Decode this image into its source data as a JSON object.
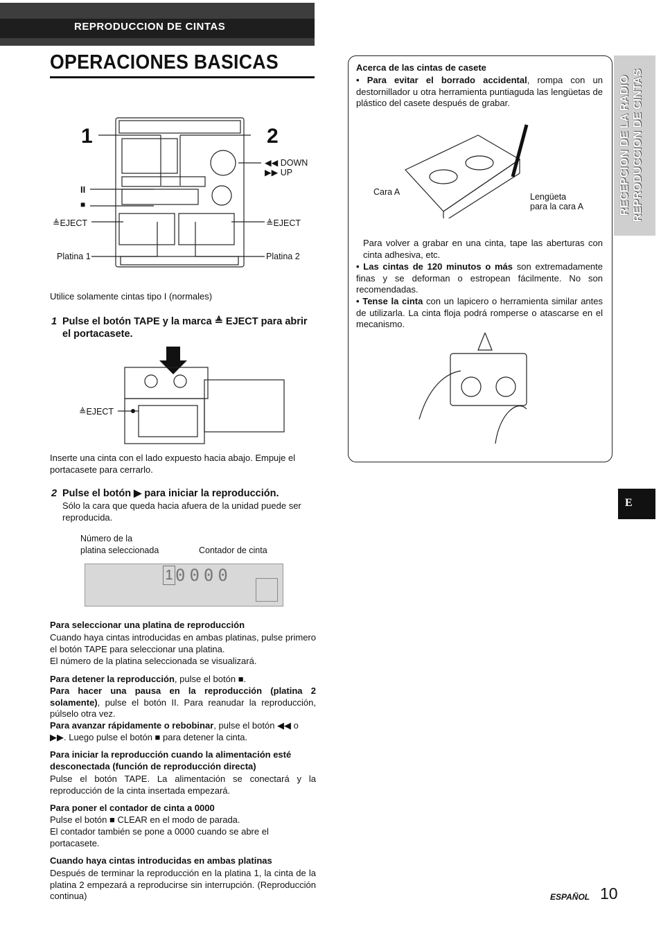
{
  "section": "REPRODUCCION DE CINTAS",
  "title": "OPERACIONES BASICAS",
  "side_tab": [
    "RECEPCION DE LA RADIO",
    "REPRODUCCION DE CINTAS"
  ],
  "lang_tab": "E",
  "figure1": {
    "num1": "1",
    "num2": "2",
    "down": "◀◀ DOWN",
    "up": "▶▶ UP",
    "pause": "II",
    "stop": "■",
    "eject_left": "≜EJECT",
    "eject_right": "≜EJECT",
    "platina1": "Platina 1",
    "platina2": "Platina 2"
  },
  "intro": "Utilice solamente cintas tipo I (normales)",
  "step1": {
    "num": "1",
    "text": "Pulse el botón TAPE y la marca ≜ EJECT para abrir el portacasete."
  },
  "figure2": {
    "eject": "≜EJECT"
  },
  "step1_note": "Inserte una cinta con el lado expuesto hacia abajo. Empuje el portacasete para cerrarlo.",
  "step2": {
    "num": "2",
    "text": "Pulse el botón ▶ para iniciar la reproducción.",
    "note": "Sólo la cara que queda hacia afuera de la unidad puede ser reproducida."
  },
  "display": {
    "label_deck_line1": "Número de la",
    "label_deck_line2": "platina seleccionada",
    "label_counter": "Contador de cinta",
    "deck_value": "1",
    "counter_value": "0000"
  },
  "select_deck": {
    "heading": "Para seleccionar una platina de reproducción",
    "text": "Cuando haya cintas introducidas en ambas platinas, pulse primero el botón TAPE para seleccionar una platina.",
    "text2": "El número de la platina seleccionada se visualizará."
  },
  "ops": {
    "stop_b": "Para detener la reproducción",
    "stop_t": ", pulse el botón ■.",
    "pause_b": "Para hacer una pausa en la reproducción (platina 2 solamente)",
    "pause_t": ", pulse el botón II. Para reanudar la reproducción, púlselo otra vez.",
    "ff_b": "Para avanzar rápidamente o rebobinar",
    "ff_t": ", pulse el botón ◀◀ o ▶▶. Luego pulse el botón ■ para detener la cinta."
  },
  "direct": {
    "heading": "Para iniciar la reproducción cuando la alimentación esté desconectada (función de reproducción directa)",
    "text": "Pulse el botón TAPE. La alimentación se conectará y la reproducción de la cinta insertada empezará."
  },
  "counter": {
    "heading": "Para poner el contador de cinta a 0000",
    "text": "Pulse el botón ■ CLEAR en el modo de parada.",
    "text2": "El contador también se pone a 0000 cuando se abre el portacasete."
  },
  "both": {
    "heading": "Cuando haya cintas introducidas en ambas platinas",
    "text": "Después de terminar la reproducción en la platina 1, la cinta de la platina 2 empezará a reproducirse sin interrupción. (Reproducción continua)"
  },
  "cassette": {
    "heading": "Acerca de las cintas de casete",
    "b1_bold": "• Para evitar el borrado accidental",
    "b1_text": ", rompa con un destornillador u otra herramienta puntiaguda las lengüetas de plástico del casete después de grabar.",
    "cara_a": "Cara A",
    "tab_label_1": "Lengüeta",
    "tab_label_2": "para la cara A",
    "rerecord": "Para volver a grabar en una cinta, tape las aberturas con cinta adhesiva, etc.",
    "b2_bold": "• Las cintas de 120 minutos o más",
    "b2_text": " son extremadamente finas y se deforman o estropean fácilmente. No son recomendadas.",
    "b3_bold": "• Tense la cinta",
    "b3_text": " con un lapicero o herramienta similar antes de utilizarla. La cinta floja podrá romperse o atascarse en el mecanismo."
  },
  "footer": {
    "lang": "ESPAÑOL",
    "page": "10"
  }
}
